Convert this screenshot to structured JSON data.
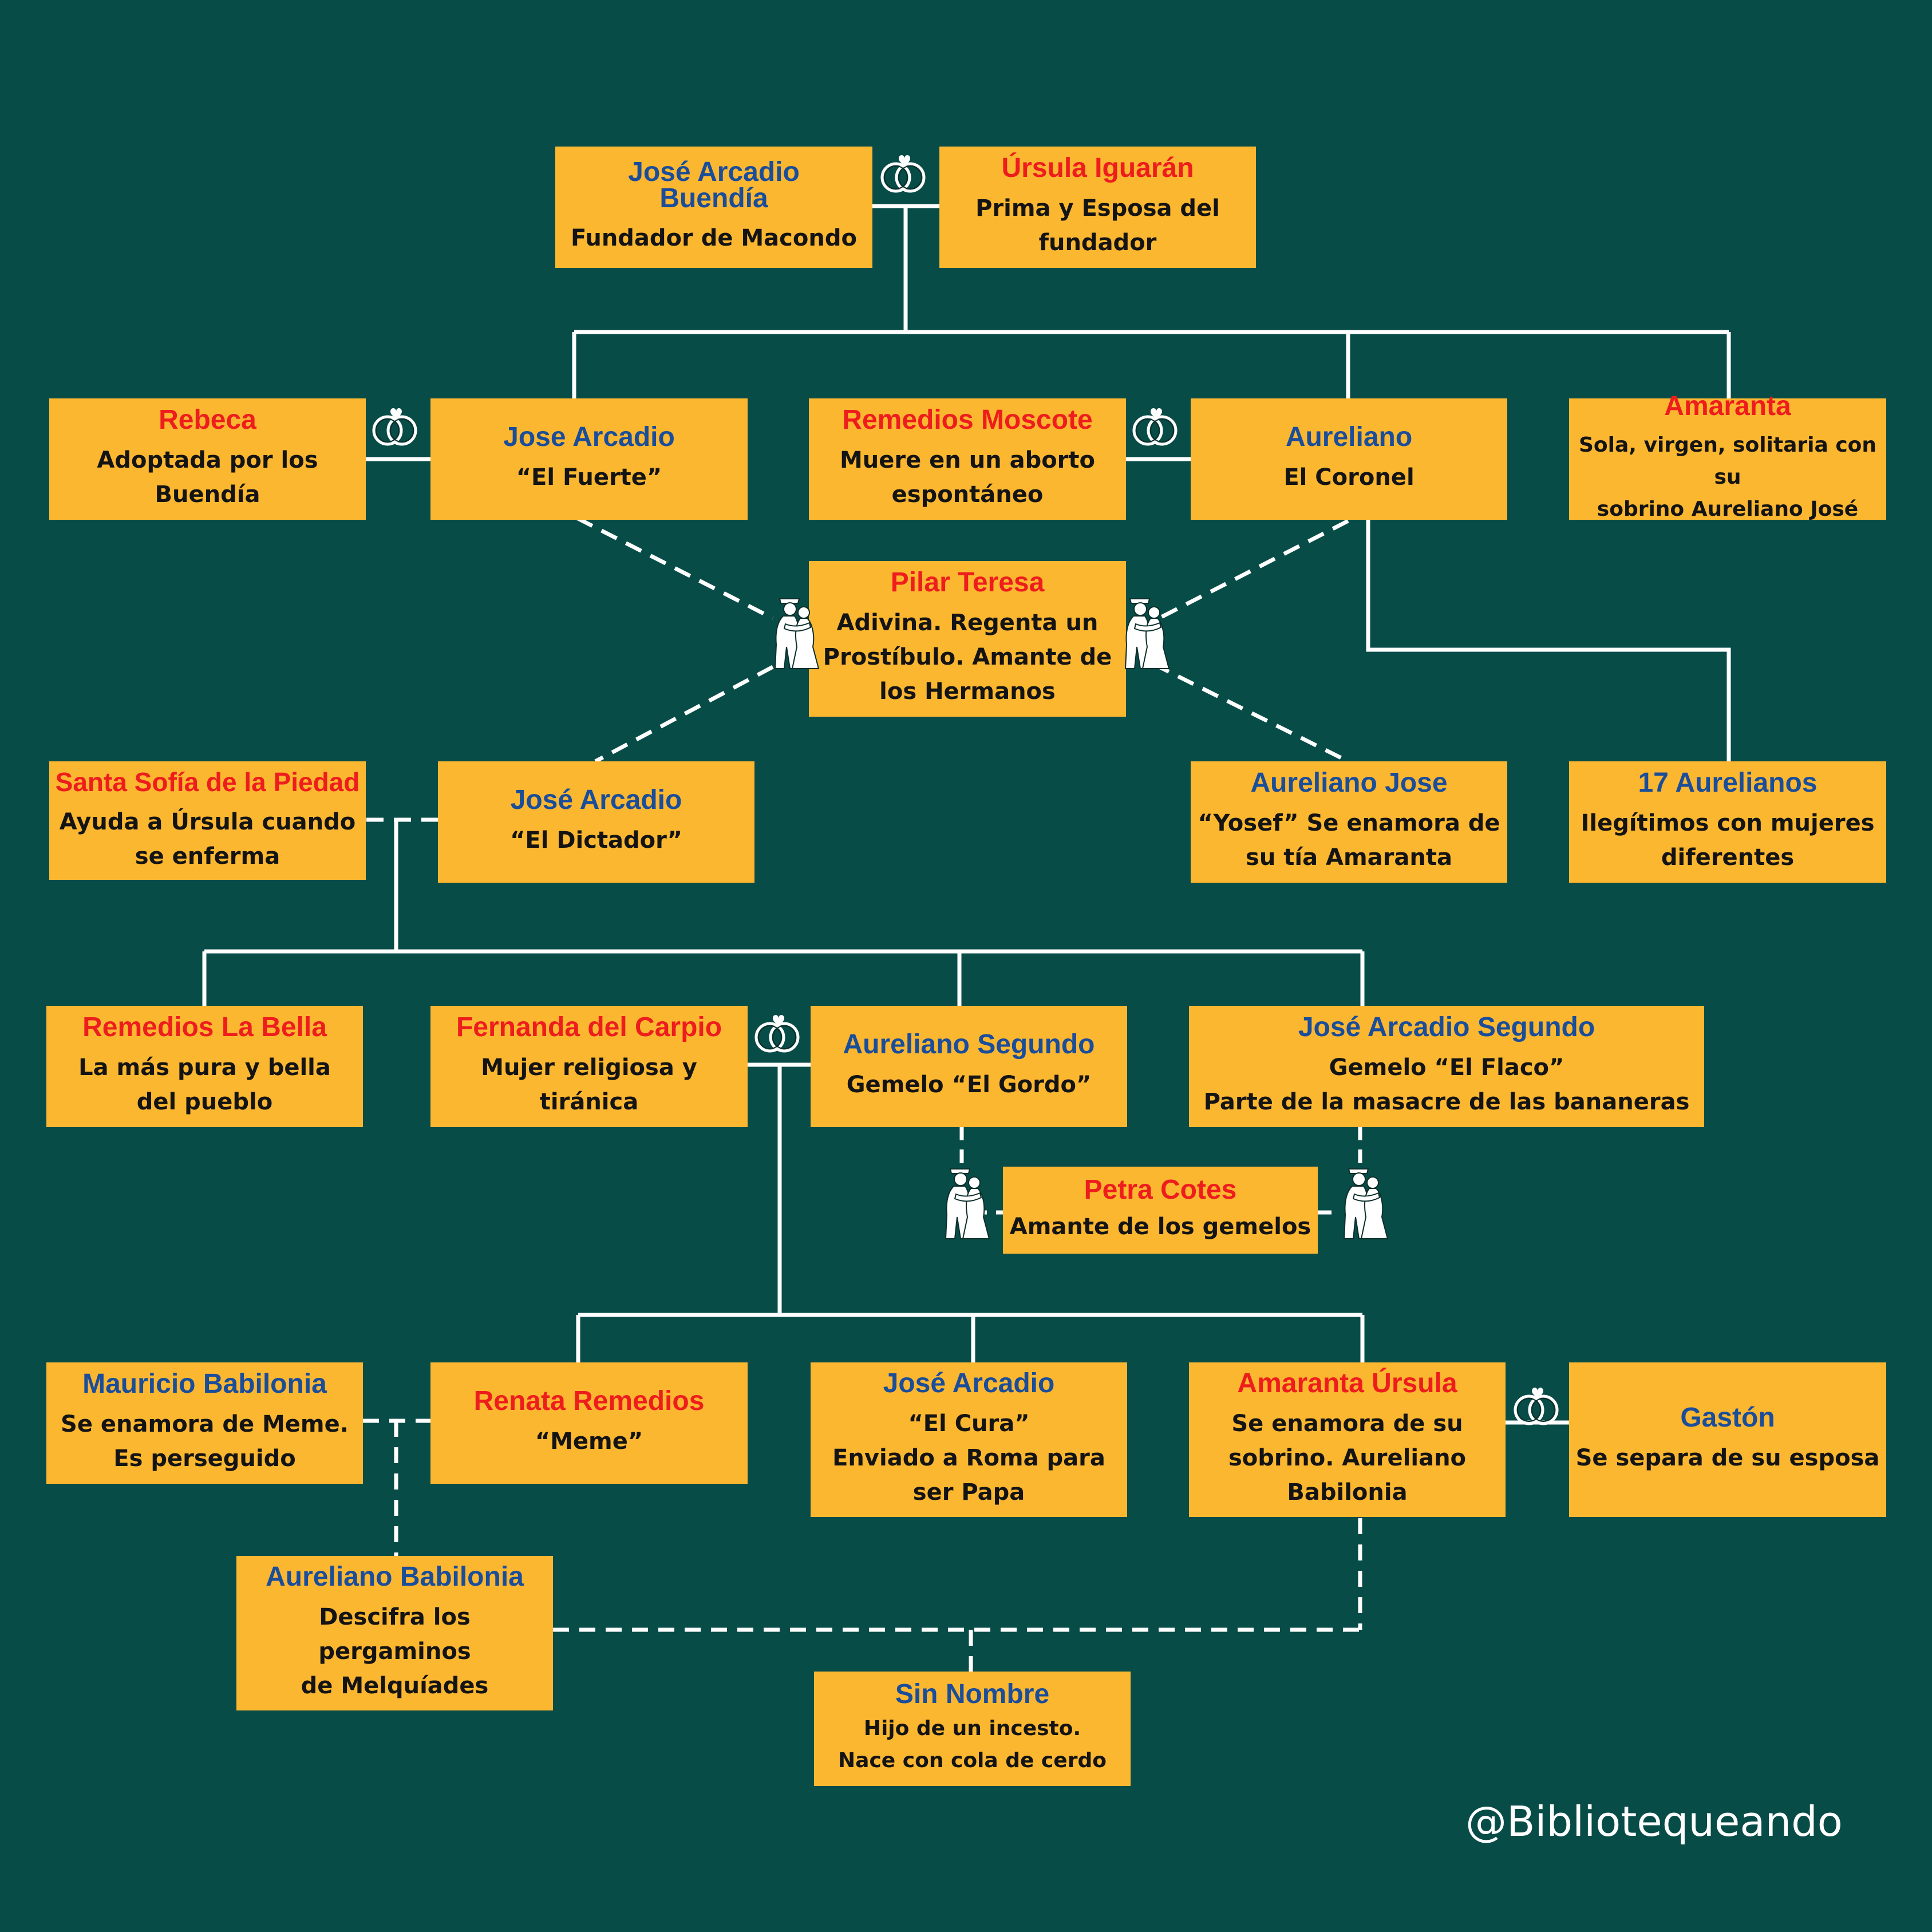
{
  "watermark": "@Bibliotequeando",
  "icons": {
    "marriage": "wedding-rings-icon",
    "lovers": "embracing-couple-icon"
  },
  "colors": {
    "background": "#084c48",
    "box": "#fcb731",
    "male": "#1a4d9a",
    "female": "#ee1d1d",
    "line": "#ffffff"
  },
  "nodes": {
    "jose_arcadio_buendia": {
      "name": "José Arcadio\nBuendía",
      "desc": "Fundador de Macondo"
    },
    "ursula": {
      "name": "Úrsula Iguarán",
      "desc": "Prima y Esposa del\nfundador"
    },
    "rebeca": {
      "name": "Rebeca",
      "desc": "Adoptada por los\nBuendía"
    },
    "jose_arcadio_fuerte": {
      "name": "Jose Arcadio",
      "desc": "“El Fuerte”"
    },
    "remedios_moscote": {
      "name": "Remedios Moscote",
      "desc": "Muere en un aborto\nespontáneo"
    },
    "aureliano_coronel": {
      "name": "Aureliano",
      "desc": "El Coronel"
    },
    "amaranta": {
      "name": "Amaranta",
      "desc": "Sola, virgen, solitaria con su\nsobrino Aureliano José"
    },
    "pilar_ternera": {
      "name": "Pilar Teresa",
      "desc": "Adivina. Regenta un\nProstíbulo. Amante de\nlos Hermanos"
    },
    "santa_sofia": {
      "name": "Santa Sofía de la Piedad",
      "desc": "Ayuda a Úrsula cuando\nse enferma"
    },
    "jose_arcadio_dictador": {
      "name": "José Arcadio",
      "desc": "“El Dictador”"
    },
    "aureliano_jose": {
      "name": "Aureliano Jose",
      "desc": "“Yosef” Se enamora de\nsu tía Amaranta"
    },
    "aurelianos_17": {
      "name": "17 Aurelianos",
      "desc": "Ilegítimos con mujeres\ndiferentes"
    },
    "remedios_bella": {
      "name": "Remedios La Bella",
      "desc": "La más pura y bella\ndel pueblo"
    },
    "fernanda": {
      "name": "Fernanda del Carpio",
      "desc": "Mujer religiosa y\ntiránica"
    },
    "aureliano_segundo": {
      "name": "Aureliano Segundo",
      "desc": "Gemelo “El Gordo”"
    },
    "jose_arcadio_segundo": {
      "name": "José Arcadio Segundo",
      "desc": "Gemelo “El Flaco”\nParte de la masacre de las bananeras"
    },
    "petra_cotes": {
      "name": "Petra Cotes",
      "desc": "Amante de los gemelos"
    },
    "mauricio": {
      "name": "Mauricio Babilonia",
      "desc": "Se enamora de Meme.\nEs perseguido"
    },
    "meme": {
      "name": "Renata Remedios",
      "desc": "“Meme”"
    },
    "jose_arcadio_cura": {
      "name": "José Arcadio",
      "desc": "“El Cura”\nEnviado a Roma para\nser Papa"
    },
    "amaranta_ursula": {
      "name": "Amaranta Úrsula",
      "desc": "Se enamora de su\nsobrino. Aureliano\nBabilonia"
    },
    "gaston": {
      "name": "Gastón",
      "desc": "Se separa de su esposa"
    },
    "aureliano_babilonia": {
      "name": "Aureliano Babilonia",
      "desc": "Descifra los pergaminos\nde Melquíades"
    },
    "sin_nombre": {
      "name": "Sin Nombre",
      "desc": "Hijo de un incesto.\nNace con cola de cerdo"
    }
  }
}
